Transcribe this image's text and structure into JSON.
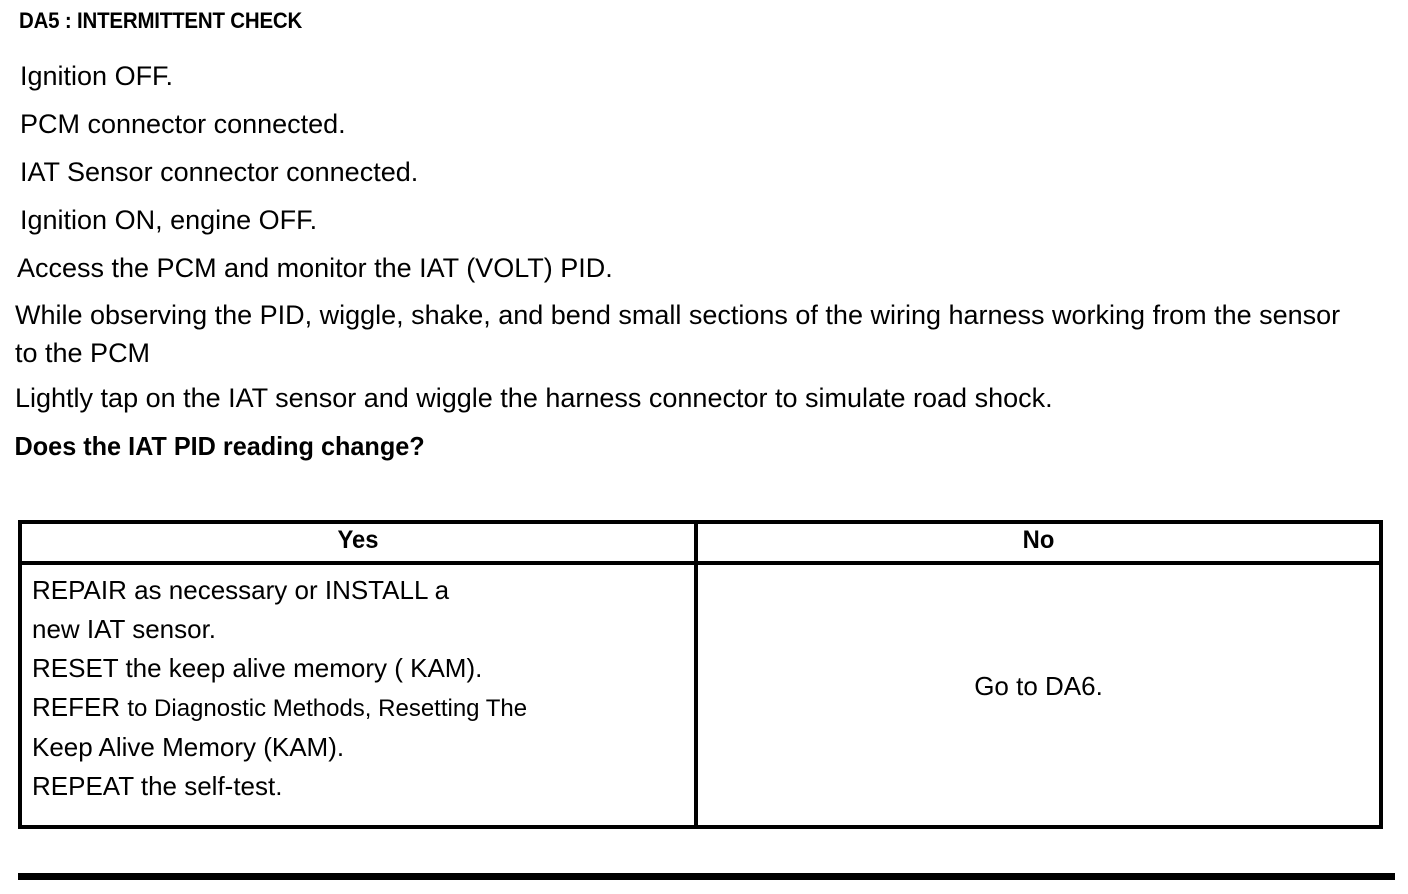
{
  "document": {
    "title": "DA5 : INTERMITTENT CHECK"
  },
  "steps": [
    "Ignition OFF.",
    "PCM connector connected.",
    "IAT Sensor connector connected.",
    "Ignition ON, engine OFF.",
    "Access the PCM and monitor the  IAT (VOLT) PID.",
    "While observing the PID, wiggle, shake, and bend small sections of the wiring harness working from the sensor to the PCM",
    "Lightly tap on the IAT sensor and wiggle the harness connector to simulate road shock.",
    "Does the IAT  PID reading change?"
  ],
  "decision_table": {
    "headers": {
      "yes": "Yes",
      "no": "No"
    },
    "yes_cell": {
      "lines": [
        "REPAIR as necessary or INSTALL a",
        "new IAT sensor.",
        "RESET the keep alive memory ( KAM).",
        "REPEAT the self-test."
      ],
      "refer_lead": "REFER ",
      "refer_detail": "to Diagnostic Methods, Resetting The",
      "refer_line2": "Keep Alive Memory (KAM)."
    },
    "no_cell": {
      "text": "Go to DA6."
    }
  },
  "colors": {
    "ink": "#000000",
    "paper": "#ffffff"
  }
}
